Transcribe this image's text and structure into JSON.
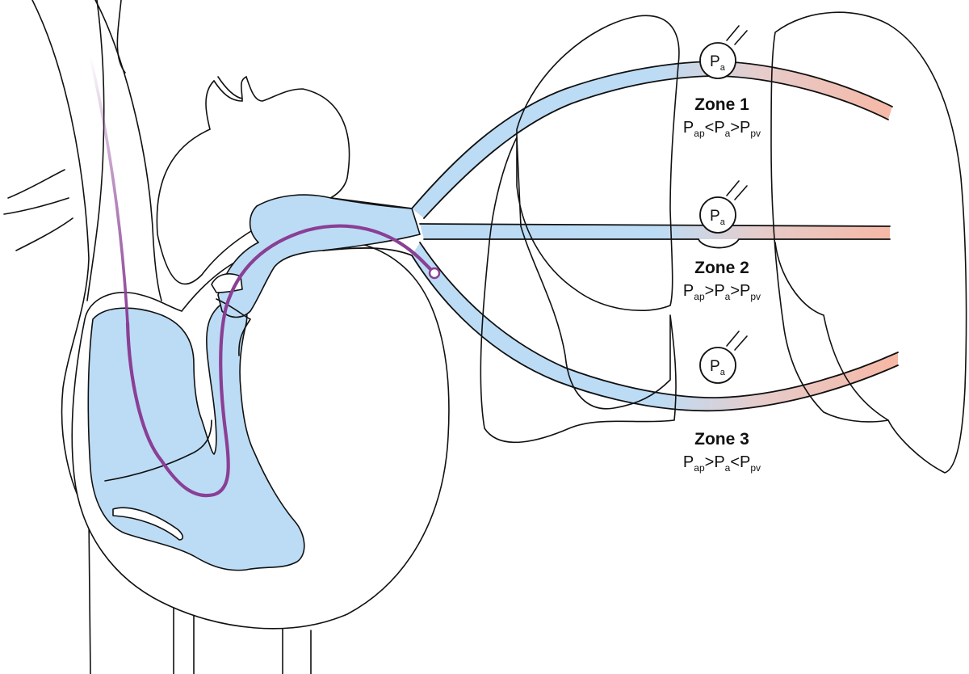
{
  "colors": {
    "arterial_blue": "#bcdcf5",
    "venous_salmon": "#f6b8a6",
    "catheter_purple": "#8a3f95",
    "outline": "#111111"
  },
  "gauges": [
    {
      "symbol": "P",
      "subscript": "a"
    },
    {
      "symbol": "P",
      "subscript": "a"
    },
    {
      "symbol": "P",
      "subscript": "a"
    }
  ],
  "zones": [
    {
      "title": "Zone 1",
      "equation": {
        "p1": "P",
        "s1": "ap",
        "op1": "<",
        "p2": "P",
        "s2": "a",
        "op2": ">",
        "p3": "P",
        "s3": "pv"
      }
    },
    {
      "title": "Zone 2",
      "equation": {
        "p1": "P",
        "s1": "ap",
        "op1": ">",
        "p2": "P",
        "s2": "a",
        "op2": ">",
        "p3": "P",
        "s3": "pv"
      }
    },
    {
      "title": "Zone 3",
      "equation": {
        "p1": "P",
        "s1": "ap",
        "op1": ">",
        "p2": "P",
        "s2": "a",
        "op2": "<",
        "p3": "P",
        "s3": "pv"
      }
    }
  ]
}
